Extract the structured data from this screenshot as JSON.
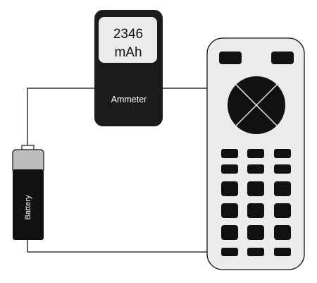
{
  "ammeter": {
    "reading_value": "2346",
    "reading_unit": "mAh",
    "label": "Ammeter"
  },
  "battery": {
    "label": "Battery"
  },
  "colors": {
    "device_body": "#1b1b1b",
    "lcd_screen": "#ebebeb",
    "battery_cap": "#bdbdbd",
    "remote_body": "#ececec",
    "wire": "#111111"
  },
  "remote": {
    "top_buttons": 2,
    "dpad": "cross-icon",
    "button_rows": 6,
    "buttons_per_row": 3
  }
}
